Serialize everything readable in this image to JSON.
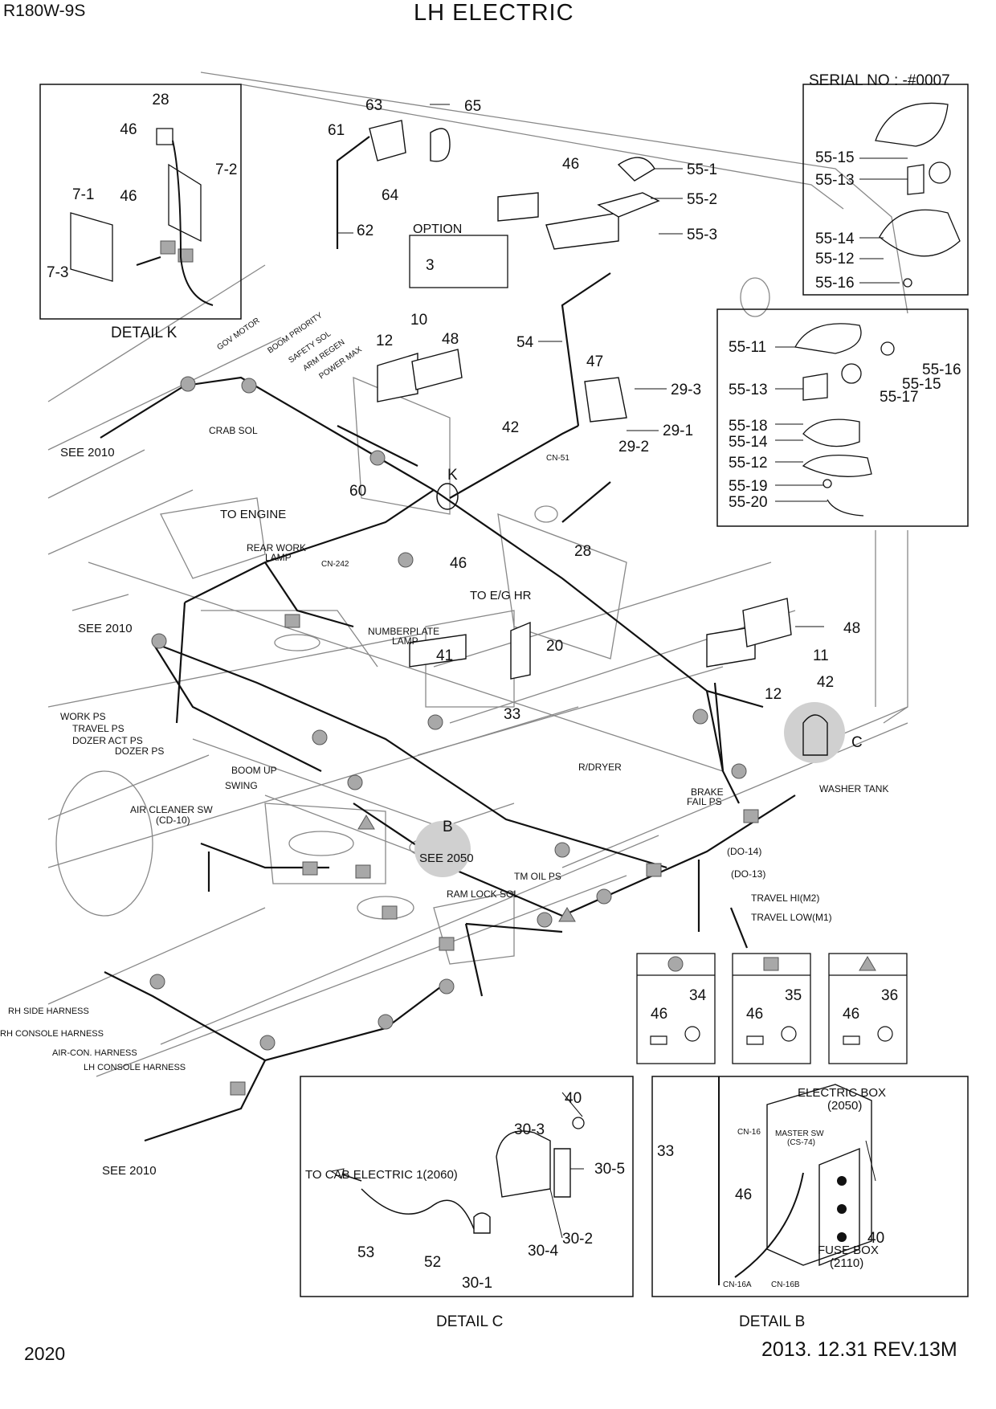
{
  "header": {
    "model": "R180W-9S",
    "title": "LH ELECTRIC"
  },
  "footer": {
    "page_number": "2020",
    "revision": "2013. 12.31  REV.13M"
  },
  "detail_k": {
    "caption": "DETAIL K",
    "callouts": [
      "28",
      "46",
      "46",
      "7-1",
      "7-2",
      "7-3"
    ]
  },
  "serial_box": {
    "title": "SERIAL NO : -#0007",
    "callouts": [
      "55-15",
      "55-13",
      "55-14",
      "55-12",
      "55-16"
    ]
  },
  "new_type_box": {
    "callouts": [
      "55-11",
      "55-16",
      "55-15",
      "55-13",
      "55-17",
      "55-18",
      "55-14",
      "55-12",
      "55-19",
      "55-20"
    ]
  },
  "option_box": {
    "label": "OPTION",
    "callout": "3"
  },
  "main": {
    "callouts": [
      "63",
      "65",
      "61",
      "64",
      "62",
      "46",
      "55-1",
      "55-2",
      "55-3",
      "54",
      "12",
      "10",
      "48",
      "47",
      "29-3",
      "29-1",
      "29-2",
      "42",
      "60",
      "28",
      "46",
      "20",
      "41",
      "33",
      "11",
      "48",
      "42",
      "12"
    ],
    "labels": {
      "gov_motor": "GOV MOTOR",
      "boom_priority": "BOOM PRIORITY",
      "safety_sol": "SAFETY SOL",
      "arm_regen": "ARM REGEN",
      "power_max": "POWER MAX",
      "crab_sol": "CRAB SOL",
      "see_2010_a": "SEE 2010",
      "see_2010_b": "SEE 2010",
      "see_2010_c": "SEE 2010",
      "see_2050": "SEE 2050",
      "cn51": "CN-51",
      "k": "K",
      "b": "B",
      "c": "C",
      "to_engine": "TO ENGINE",
      "rear_work_lamp_1": "REAR WORK",
      "rear_work_lamp_2": "LAMP",
      "cn242": "CN-242",
      "to_eg_hr": "TO E/G HR",
      "numberplate_1": "NUMBERPLATE",
      "numberplate_2": "LAMP",
      "work_ps": "WORK PS",
      "travel_ps": "TRAVEL PS",
      "dozer_act_ps": "DOZER ACT PS",
      "dozer_ps": "DOZER PS",
      "boom_up": "BOOM UP",
      "swing": "SWING",
      "air_cleaner_sw_1": "AIR CLEANER SW",
      "air_cleaner_sw_2": "(CD-10)",
      "r_dryer": "R/DRYER",
      "brake_fail_ps_1": "BRAKE",
      "brake_fail_ps_2": "FAIL PS",
      "washer_tank": "WASHER TANK",
      "tm_oil_ps": "TM OIL PS",
      "ram_lock_sol": "RAM LOCK SOL",
      "do14": "(DO-14)",
      "do13": "(DO-13)",
      "travel_hi": "TRAVEL HI(M2)",
      "travel_low": "TRAVEL LOW(M1)",
      "rh_side_harness": "RH SIDE HARNESS",
      "rh_console_harness": "RH CONSOLE HARNESS",
      "aircon_harness": "AIR-CON. HARNESS",
      "lh_console_harness": "LH CONSOLE HARNESS"
    }
  },
  "legend": [
    {
      "symbol": "circle",
      "part": "34",
      "bolt": "46"
    },
    {
      "symbol": "square",
      "part": "35",
      "bolt": "46"
    },
    {
      "symbol": "triangle",
      "part": "36",
      "bolt": "46"
    }
  ],
  "detail_c": {
    "caption": "DETAIL C",
    "to_cab": "TO CAB ELECTRIC 1(2060)",
    "callouts": [
      "40",
      "30-3",
      "30-5",
      "30-2",
      "30-4",
      "30-1",
      "53",
      "52"
    ]
  },
  "detail_b": {
    "caption": "DETAIL B",
    "electric_box_1": "ELECTRIC BOX",
    "electric_box_2": "(2050)",
    "cn16": "CN-16",
    "master_sw_1": "MASTER SW",
    "master_sw_2": "(CS-74)",
    "fuse_box_1": "FUSE BOX",
    "fuse_box_2": "(2110)",
    "cn16a": "CN-16A",
    "cn16b": "CN-16B",
    "callouts": [
      "33",
      "46",
      "40"
    ]
  },
  "colors": {
    "line": "#111111",
    "frame": "#888888",
    "marker_fill": "#a8a8a8",
    "highlight": "#d0d0d0"
  }
}
